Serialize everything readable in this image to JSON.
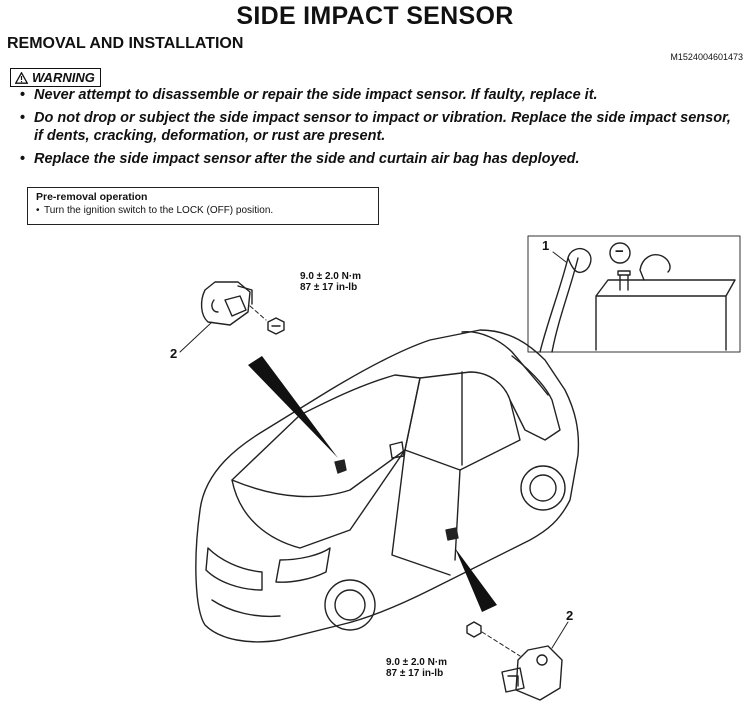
{
  "header": {
    "title": "SIDE IMPACT SENSOR",
    "section": "REMOVAL AND INSTALLATION",
    "doc_code": "M1524004601473"
  },
  "warning": {
    "label": "WARNING",
    "items": [
      "Never attempt to disassemble or repair the side impact sensor. If faulty, replace it.",
      "Do not drop or subject the side impact sensor to impact or vibration. Replace the side impact sensor, if dents, cracking, deformation, or rust are present.",
      "Replace the side impact sensor after the side and curtain air bag has deployed."
    ]
  },
  "pre_removal": {
    "title": "Pre-removal operation",
    "step": "Turn the ignition switch to the LOCK (OFF) position."
  },
  "diagram": {
    "torque_top": {
      "nm": "9.0 ± 2.0 N·m",
      "inlb": "87 ± 17 in-lb"
    },
    "torque_bottom": {
      "nm": "9.0 ± 2.0 N·m",
      "inlb": "87 ± 17 in-lb"
    },
    "callout_sensor_top": "2",
    "callout_sensor_bottom": "2",
    "callout_battery": "1",
    "battery_terminal_symbol": "−"
  }
}
